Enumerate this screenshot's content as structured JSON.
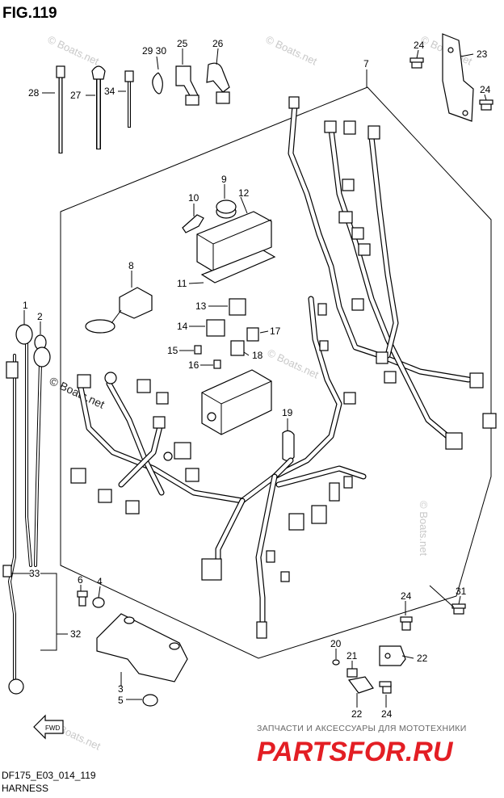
{
  "figure_title": "FIG.119",
  "footer": {
    "model_code": "DF175_E03_014_119",
    "section_name": "HARNESS"
  },
  "watermarks": {
    "copyright_text": "© Boats.net"
  },
  "branding": {
    "subtitle": "ЗАПЧАСТИ И АКСЕССУАРЫ ДЛЯ МОТОТЕХНИКИ",
    "logo_text": "PARTSFOR.RU"
  },
  "direction_marker": "FWD",
  "callouts": [
    {
      "id": "c1",
      "label": "1"
    },
    {
      "id": "c2",
      "label": "2"
    },
    {
      "id": "c3",
      "label": "3"
    },
    {
      "id": "c4",
      "label": "4"
    },
    {
      "id": "c5",
      "label": "5"
    },
    {
      "id": "c6",
      "label": "6"
    },
    {
      "id": "c7",
      "label": "7"
    },
    {
      "id": "c8",
      "label": "8"
    },
    {
      "id": "c9",
      "label": "9"
    },
    {
      "id": "c10",
      "label": "10"
    },
    {
      "id": "c11",
      "label": "11"
    },
    {
      "id": "c12",
      "label": "12"
    },
    {
      "id": "c13",
      "label": "13"
    },
    {
      "id": "c14",
      "label": "14"
    },
    {
      "id": "c15",
      "label": "15"
    },
    {
      "id": "c16",
      "label": "16"
    },
    {
      "id": "c17",
      "label": "17"
    },
    {
      "id": "c18",
      "label": "18"
    },
    {
      "id": "c19",
      "label": "19"
    },
    {
      "id": "c20",
      "label": "20"
    },
    {
      "id": "c21",
      "label": "21"
    },
    {
      "id": "c22a",
      "label": "22"
    },
    {
      "id": "c22b",
      "label": "22"
    },
    {
      "id": "c23",
      "label": "23"
    },
    {
      "id": "c24a",
      "label": "24"
    },
    {
      "id": "c24b",
      "label": "24"
    },
    {
      "id": "c24c",
      "label": "24"
    },
    {
      "id": "c24d",
      "label": "24"
    },
    {
      "id": "c25",
      "label": "25"
    },
    {
      "id": "c26",
      "label": "26"
    },
    {
      "id": "c27",
      "label": "27"
    },
    {
      "id": "c28",
      "label": "28"
    },
    {
      "id": "c2930",
      "label": "29 30"
    },
    {
      "id": "c31",
      "label": "31"
    },
    {
      "id": "c32",
      "label": "32"
    },
    {
      "id": "c33",
      "label": "33"
    },
    {
      "id": "c34",
      "label": "34"
    }
  ]
}
